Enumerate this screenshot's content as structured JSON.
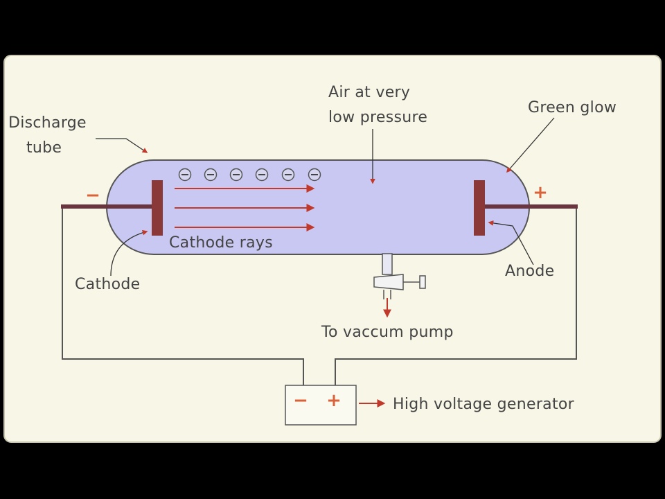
{
  "diagram": {
    "labels": {
      "discharge_tube_line1": "Discharge",
      "discharge_tube_line2": "tube",
      "air_line1": "Air at very",
      "air_line2": "low pressure",
      "green_glow": "Green glow",
      "cathode_rays": "Cathode rays",
      "cathode": "Cathode",
      "anode": "Anode",
      "vacuum_pump": "To vaccum pump",
      "generator": "High voltage generator"
    },
    "signs": {
      "cathode_minus": "−",
      "anode_plus": "+",
      "battery_minus": "−",
      "battery_plus": "+"
    },
    "colors": {
      "panel_bg": "#f8f6e6",
      "tube_fill": "#c9c8f2",
      "tube_stroke": "#555555",
      "electrode": "#8a3838",
      "wire": "#555555",
      "arrow": "#c0392b",
      "sign": "#d9623a"
    }
  }
}
